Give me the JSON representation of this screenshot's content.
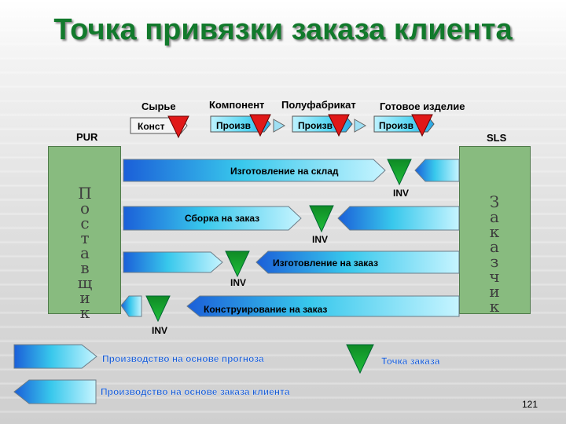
{
  "title": "Точка привязки заказа клиента",
  "stages": {
    "raw": "Сырье",
    "component": "Компонент",
    "semi": "Полуфабрикат",
    "finished": "Готовое изделие"
  },
  "process_labels": {
    "konst": "Конст",
    "proizv1": "Произв",
    "proizv2": "Произв",
    "proizv3": "Произв"
  },
  "pur": "PUR",
  "sls": "SLS",
  "supplier": [
    "П",
    "о",
    "с",
    "т",
    "а",
    "в",
    "щ",
    "и",
    "к"
  ],
  "customer": [
    "З",
    "а",
    "к",
    "а",
    "з",
    "ч",
    "и",
    "к"
  ],
  "strategies": {
    "mts": "Изготовление на склад",
    "ato": "Сборка на заказ",
    "mto": "Изготовление на заказ",
    "eto": "Конструирование на заказ"
  },
  "inv": [
    "INV",
    "INV",
    "INV",
    "INV"
  ],
  "legend": {
    "forecast": "Производство на основе прогноза",
    "order": "Производство на основе заказа клиента",
    "decoupling": "Точка заказа"
  },
  "page_number": "121",
  "colors": {
    "title": "#127a2c",
    "arrow_light": "#c6f4ff",
    "arrow_mid": "#38c8ec",
    "arrow_dark": "#1b5fd8",
    "triangle_green": "#119a2c",
    "triangle_red": "#e01818",
    "side_box": "#88bb7f"
  }
}
